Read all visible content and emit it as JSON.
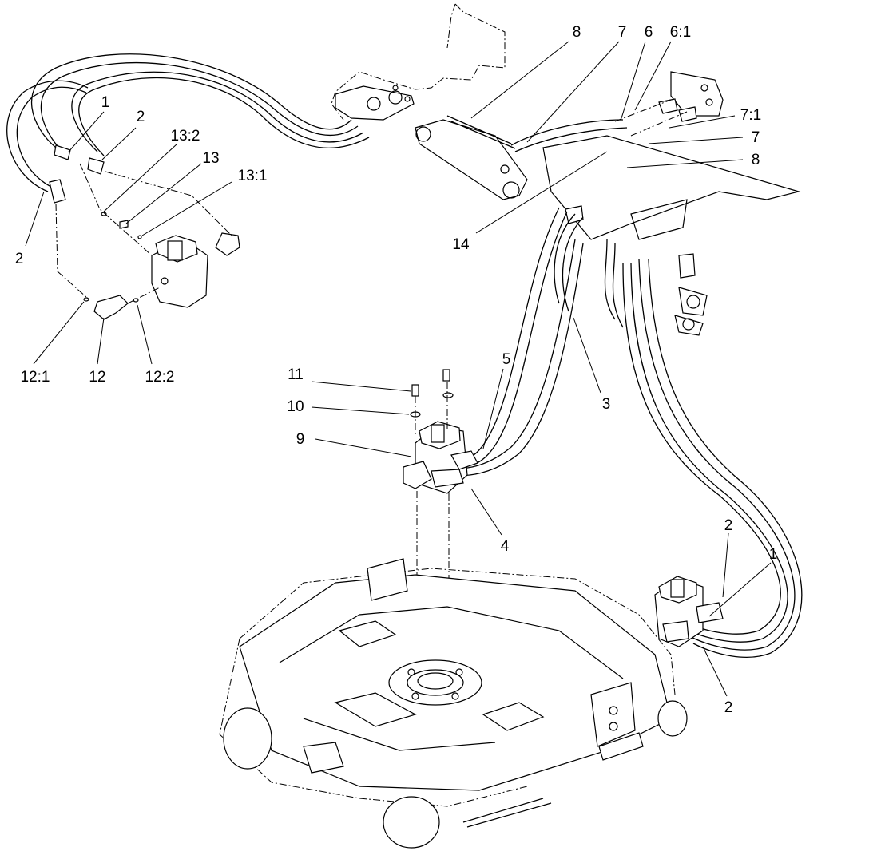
{
  "diagram": {
    "callouts": {
      "c1_a": "1",
      "c2_a": "2",
      "c2_b": "2",
      "c13_2": "13:2",
      "c13": "13",
      "c13_1": "13:1",
      "c12_1": "12:1",
      "c12": "12",
      "c12_2": "12:2",
      "c8_a": "8",
      "c7_a": "7",
      "c6": "6",
      "c6_1": "6:1",
      "c7_1": "7:1",
      "c7_b": "7",
      "c8_b": "8",
      "c14": "14",
      "c3": "3",
      "c5": "5",
      "c11": "11",
      "c10": "10",
      "c9": "9",
      "c4": "4",
      "c2_c": "2",
      "c1_b": "1",
      "c2_d": "2"
    }
  }
}
